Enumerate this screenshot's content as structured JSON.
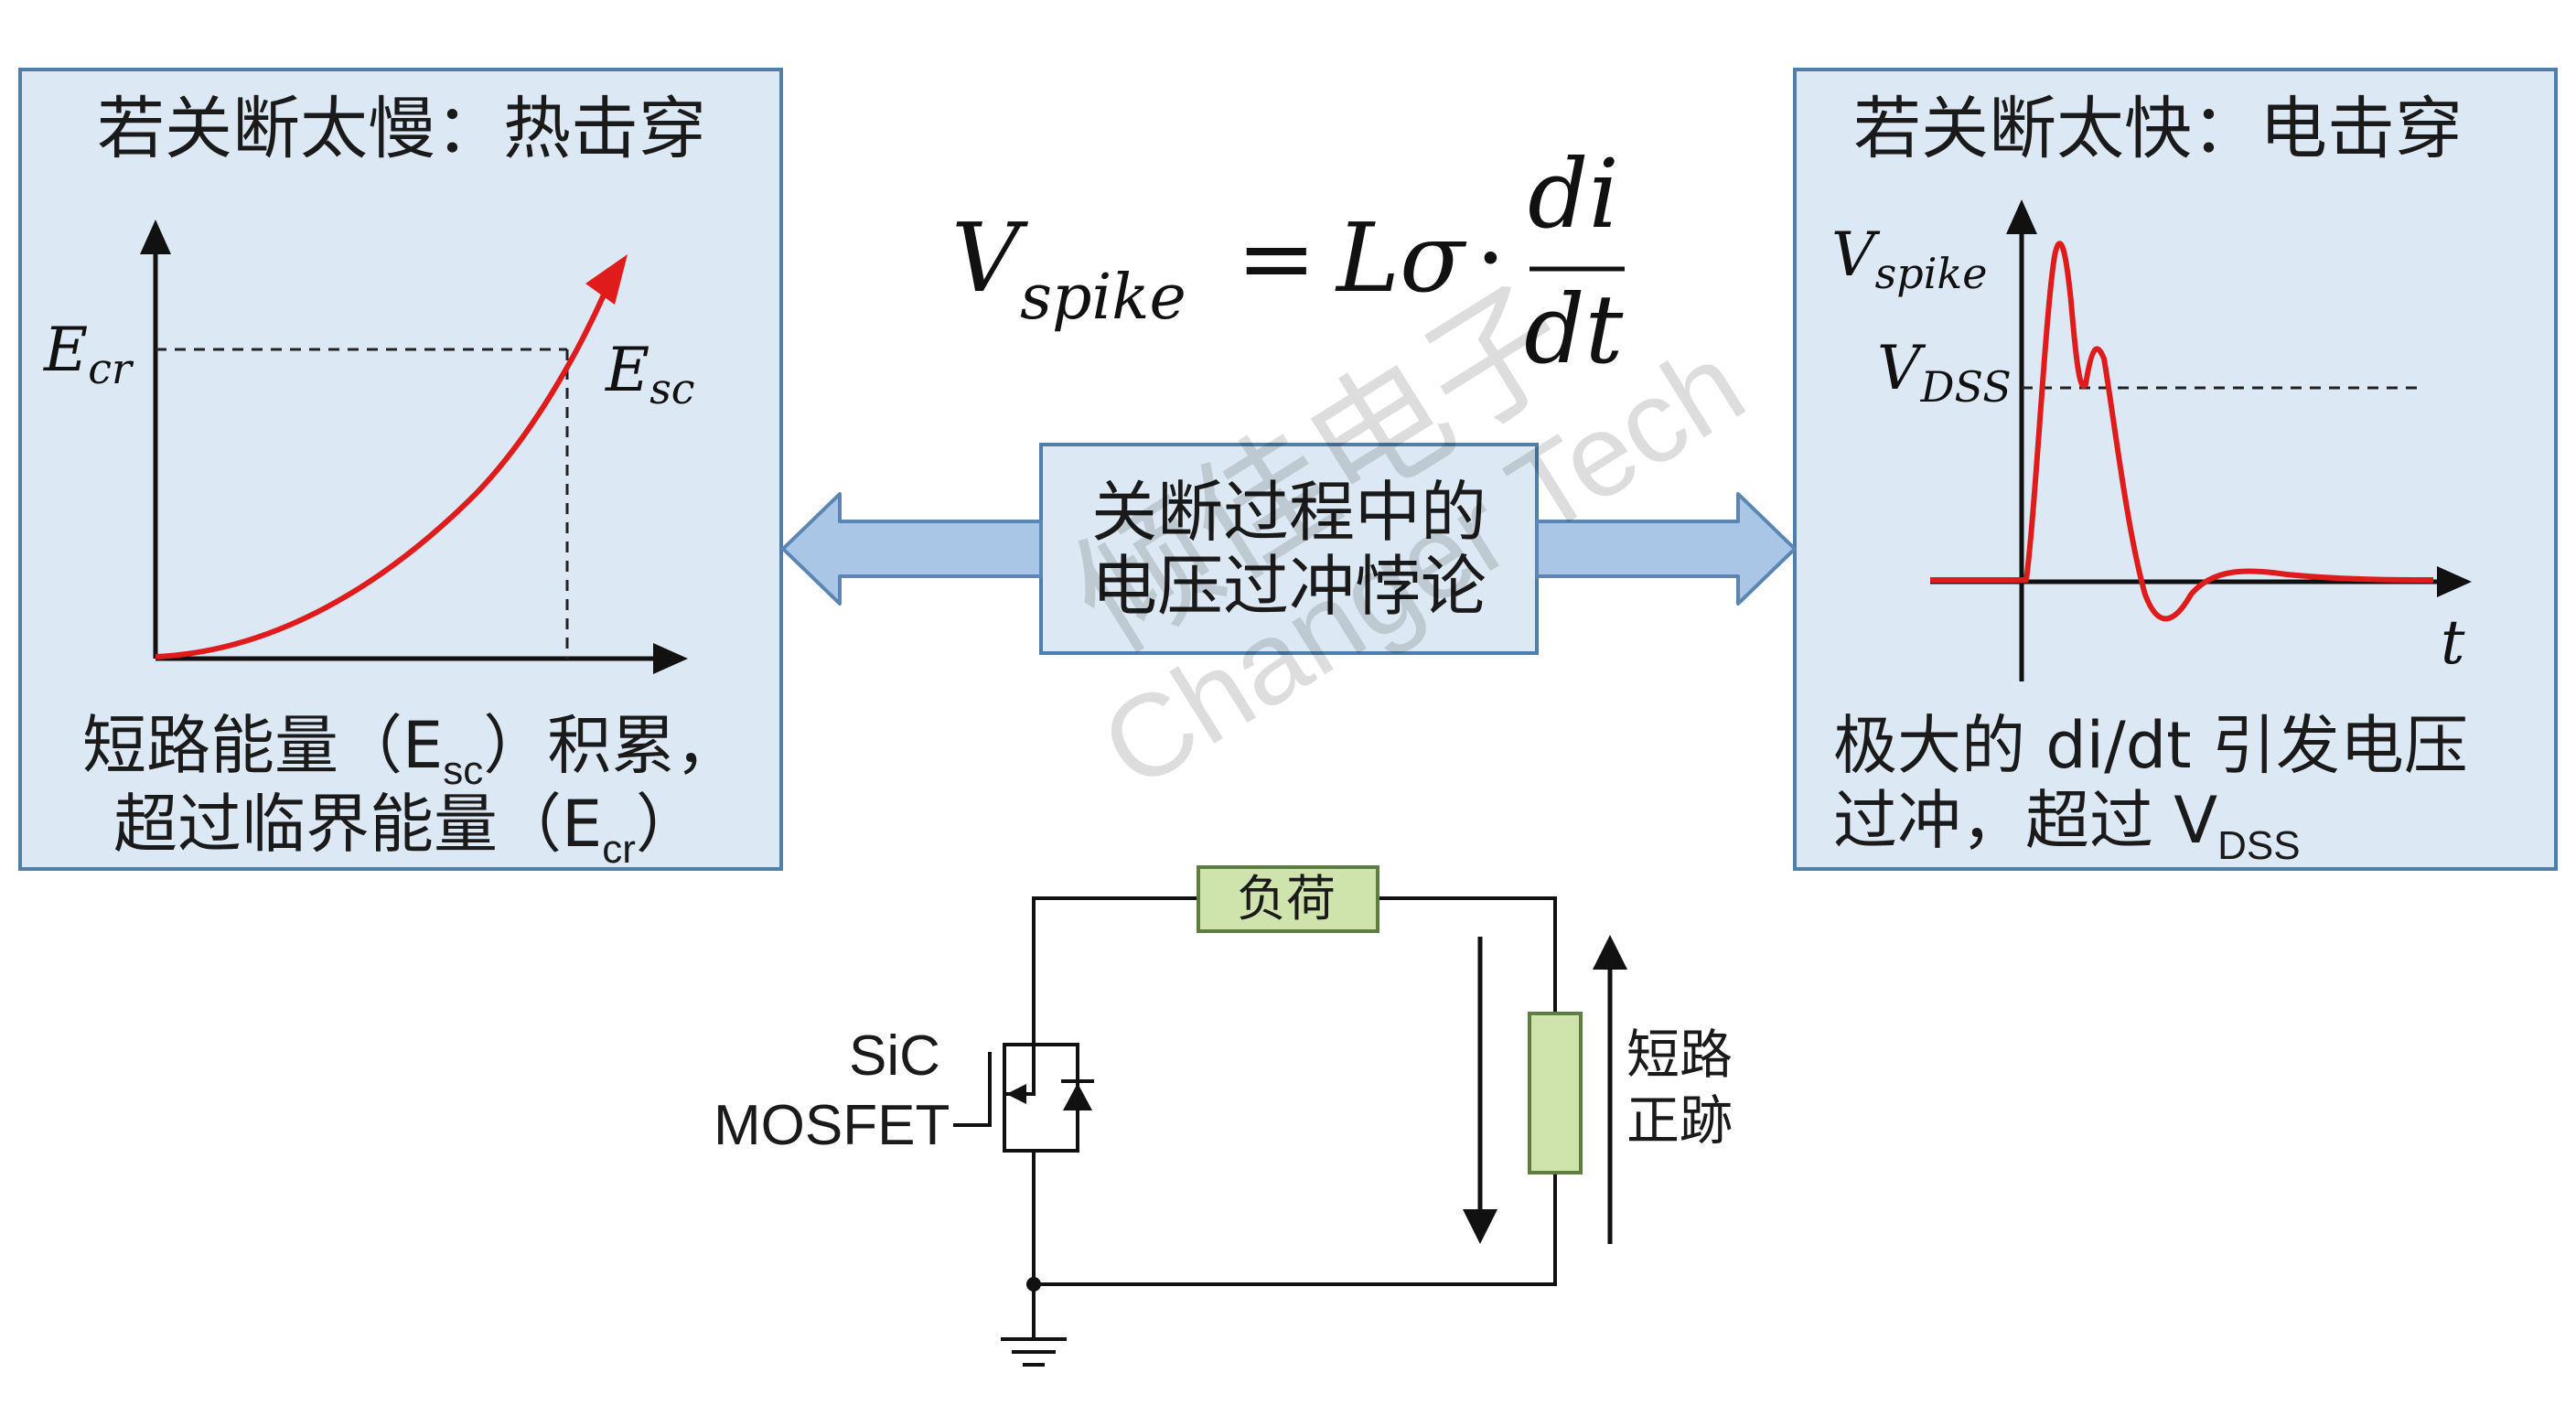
{
  "left_panel": {
    "title": "若关断太慢：热击穿",
    "ecr_label": "E",
    "ecr_sub": "cr",
    "esc_label": "E",
    "esc_sub": "sc",
    "caption_line1_pre": "短路能量（E",
    "caption_line1_sub": "sc",
    "caption_line1_post": "）积累，",
    "caption_line2_pre": "超过临界能量（E",
    "caption_line2_sub": "cr",
    "caption_line2_post": "）"
  },
  "right_panel": {
    "title": "若关断太快：电击穿",
    "vspike_label": "V",
    "vspike_sub": "spike",
    "vdss_label": "V",
    "vdss_sub": "DSS",
    "t_label": "t",
    "caption_line1": "极大的 di/dt 引发电压",
    "caption_line2_pre": "过冲，超过 V",
    "caption_line2_sub": "DSS"
  },
  "formula": {
    "v": "V",
    "v_sub": "spike",
    "eq": "=",
    "l": "L",
    "sigma": "σ",
    "dot": "·",
    "numerator": "di",
    "denominator": "dt"
  },
  "center_box": {
    "line1": "关断过程中的",
    "line2": "电压过冲悖论"
  },
  "circuit": {
    "load_label": "负荷",
    "device_line1": "SiC",
    "device_line2": "MOSFET",
    "short_line1": "短路",
    "short_line2": "正跡"
  },
  "watermark": {
    "line1": "倾佳电子",
    "line2": "Changer Tech"
  },
  "colors": {
    "panel_bg": "#dce8f3",
    "panel_border": "#4f7ea8",
    "curve_red": "#e01b1b",
    "arrow_fill": "#a9c6e6",
    "arrow_stroke": "#5b86b3",
    "load_fill": "#cfe4ad",
    "load_stroke": "#5e7d3e"
  }
}
